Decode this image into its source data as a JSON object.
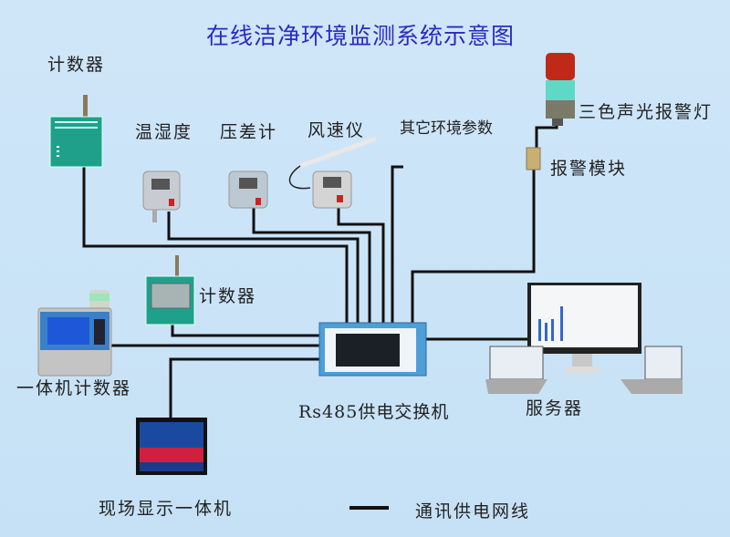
{
  "title": "在线洁净环境监测系统示意图",
  "labels": {
    "counter_top": "计数器",
    "temp_humidity": "温湿度",
    "pressure_diff": "压差计",
    "anemometer": "风速仪",
    "other_params": "其它环境参数",
    "alarm_light": "三色声光报警灯",
    "alarm_module": "报警模块",
    "counter_mid": "计数器",
    "integrated_counter": "一体机计数器",
    "switch": "Rs485供电交换机",
    "server": "服务器",
    "display": "现场显示一体机"
  },
  "legend": {
    "line_label": "通讯供电网线"
  },
  "colors": {
    "title": "#2a2ac4",
    "line": "#111111",
    "background": "#c9e4f8"
  }
}
